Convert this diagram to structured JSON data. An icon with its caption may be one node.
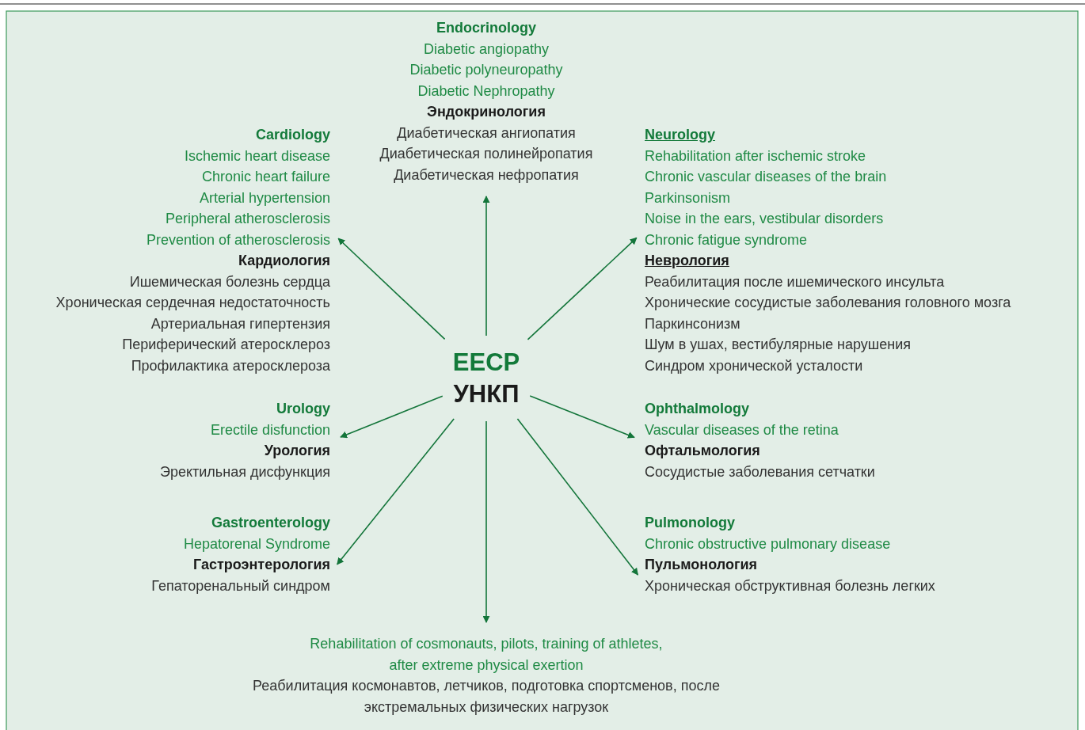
{
  "diagram": {
    "nodes": [
      {
        "text": [
          "EECP",
          "УНКП"
        ]
      },
      {
        "text": [
          "Endocrinology",
          "Diabetic angiopathy",
          "Diabetic polyneuropathy",
          "Diabetic Nephropathy",
          "Эндокринология",
          "Диабетическая ангиопатия",
          "Диабетическая полинейропатия",
          "Диабетическая нефропатия"
        ]
      },
      {
        "text": [
          "Cardiology",
          "Ischemic heart disease",
          "Chronic heart failure",
          "Arterial hypertension",
          "Peripheral atherosclerosis",
          "Prevention of atherosclerosis",
          "Кардиология",
          "Ишемическая болезнь сердца",
          "Хроническая сердечная недостаточность",
          "Артериальная гипертензия",
          "Периферический атеросклероз",
          "Профилактика атеросклероза"
        ]
      },
      {
        "text": [
          "Neurology",
          "Rehabilitation after ischemic stroke",
          "Chronic vascular diseases of the brain",
          "Parkinsonism",
          "Noise in the ears, vestibular disorders",
          "Chronic fatigue syndrome",
          "Неврология",
          "Реабилитация после ишемического инсульта",
          "Хронические сосудистые заболевания головного мозга",
          "Паркинсонизм",
          "Шум в ушах, вестибулярные нарушения",
          "Синдром хронической усталости"
        ]
      },
      {
        "text": [
          "Urology",
          "Erectile disfunction",
          "Урология",
          "Эректильная дисфункция"
        ]
      },
      {
        "text": [
          "Ophthalmology",
          "Vascular diseases of the retina",
          "Офтальмология",
          "Сосудистые заболевания сетчатки"
        ]
      },
      {
        "text": [
          "Gastroenterology",
          "Hepatorenal Syndrome",
          "Гастроэнтерология",
          "Гепаторенальный синдром"
        ]
      },
      {
        "text": [
          "Pulmonology",
          "Chronic obstructive pulmonary disease",
          "Пульмонология",
          "Хроническая обструктивная болезнь легких"
        ]
      },
      {
        "text": [
          "Rehabilitation of cosmonauts, pilots, training of athletes, after extreme physical exertion",
          "Реабилитация космонавтов, летчиков, подготовка спортсменов, после экстремальных физических нагрузок"
        ]
      }
    ],
    "edges": [
      {
        "from": 0,
        "to": 1,
        "arrow": "to"
      },
      {
        "from": 0,
        "to": 2,
        "arrow": "to"
      },
      {
        "from": 0,
        "to": 3,
        "arrow": "to"
      },
      {
        "from": 0,
        "to": 4,
        "arrow": "to"
      },
      {
        "from": 0,
        "to": 5,
        "arrow": "to"
      },
      {
        "from": 0,
        "to": 6,
        "arrow": "to"
      },
      {
        "from": 0,
        "to": 7,
        "arrow": "to"
      },
      {
        "from": 0,
        "to": 8,
        "arrow": "to"
      }
    ]
  }
}
